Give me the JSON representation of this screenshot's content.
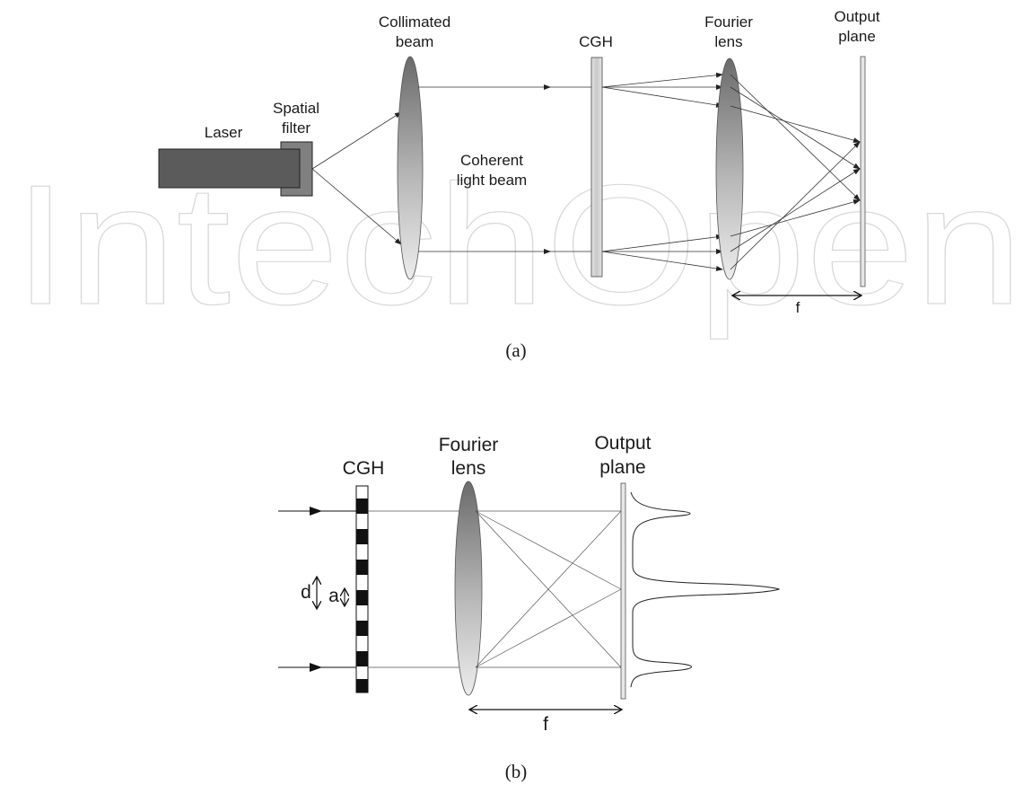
{
  "watermark": "IntechOpen",
  "panel_a": {
    "caption": "(a)",
    "laser": "Laser",
    "spatial_filter": [
      "Spatial",
      "filter"
    ],
    "collimated_beam": [
      "Collimated",
      "beam"
    ],
    "coherent_light_beam": [
      "Coherent",
      "light beam"
    ],
    "cgh": "CGH",
    "fourier_lens": [
      "Fourier",
      "lens"
    ],
    "output_plane": [
      "Output",
      "plane"
    ],
    "focal_length": "f"
  },
  "panel_b": {
    "caption": "(b)",
    "cgh": "CGH",
    "fourier_lens": [
      "Fourier",
      "lens"
    ],
    "output_plane": [
      "Output",
      "plane"
    ],
    "period": "d",
    "aperture": "a",
    "focal_length": "f"
  }
}
